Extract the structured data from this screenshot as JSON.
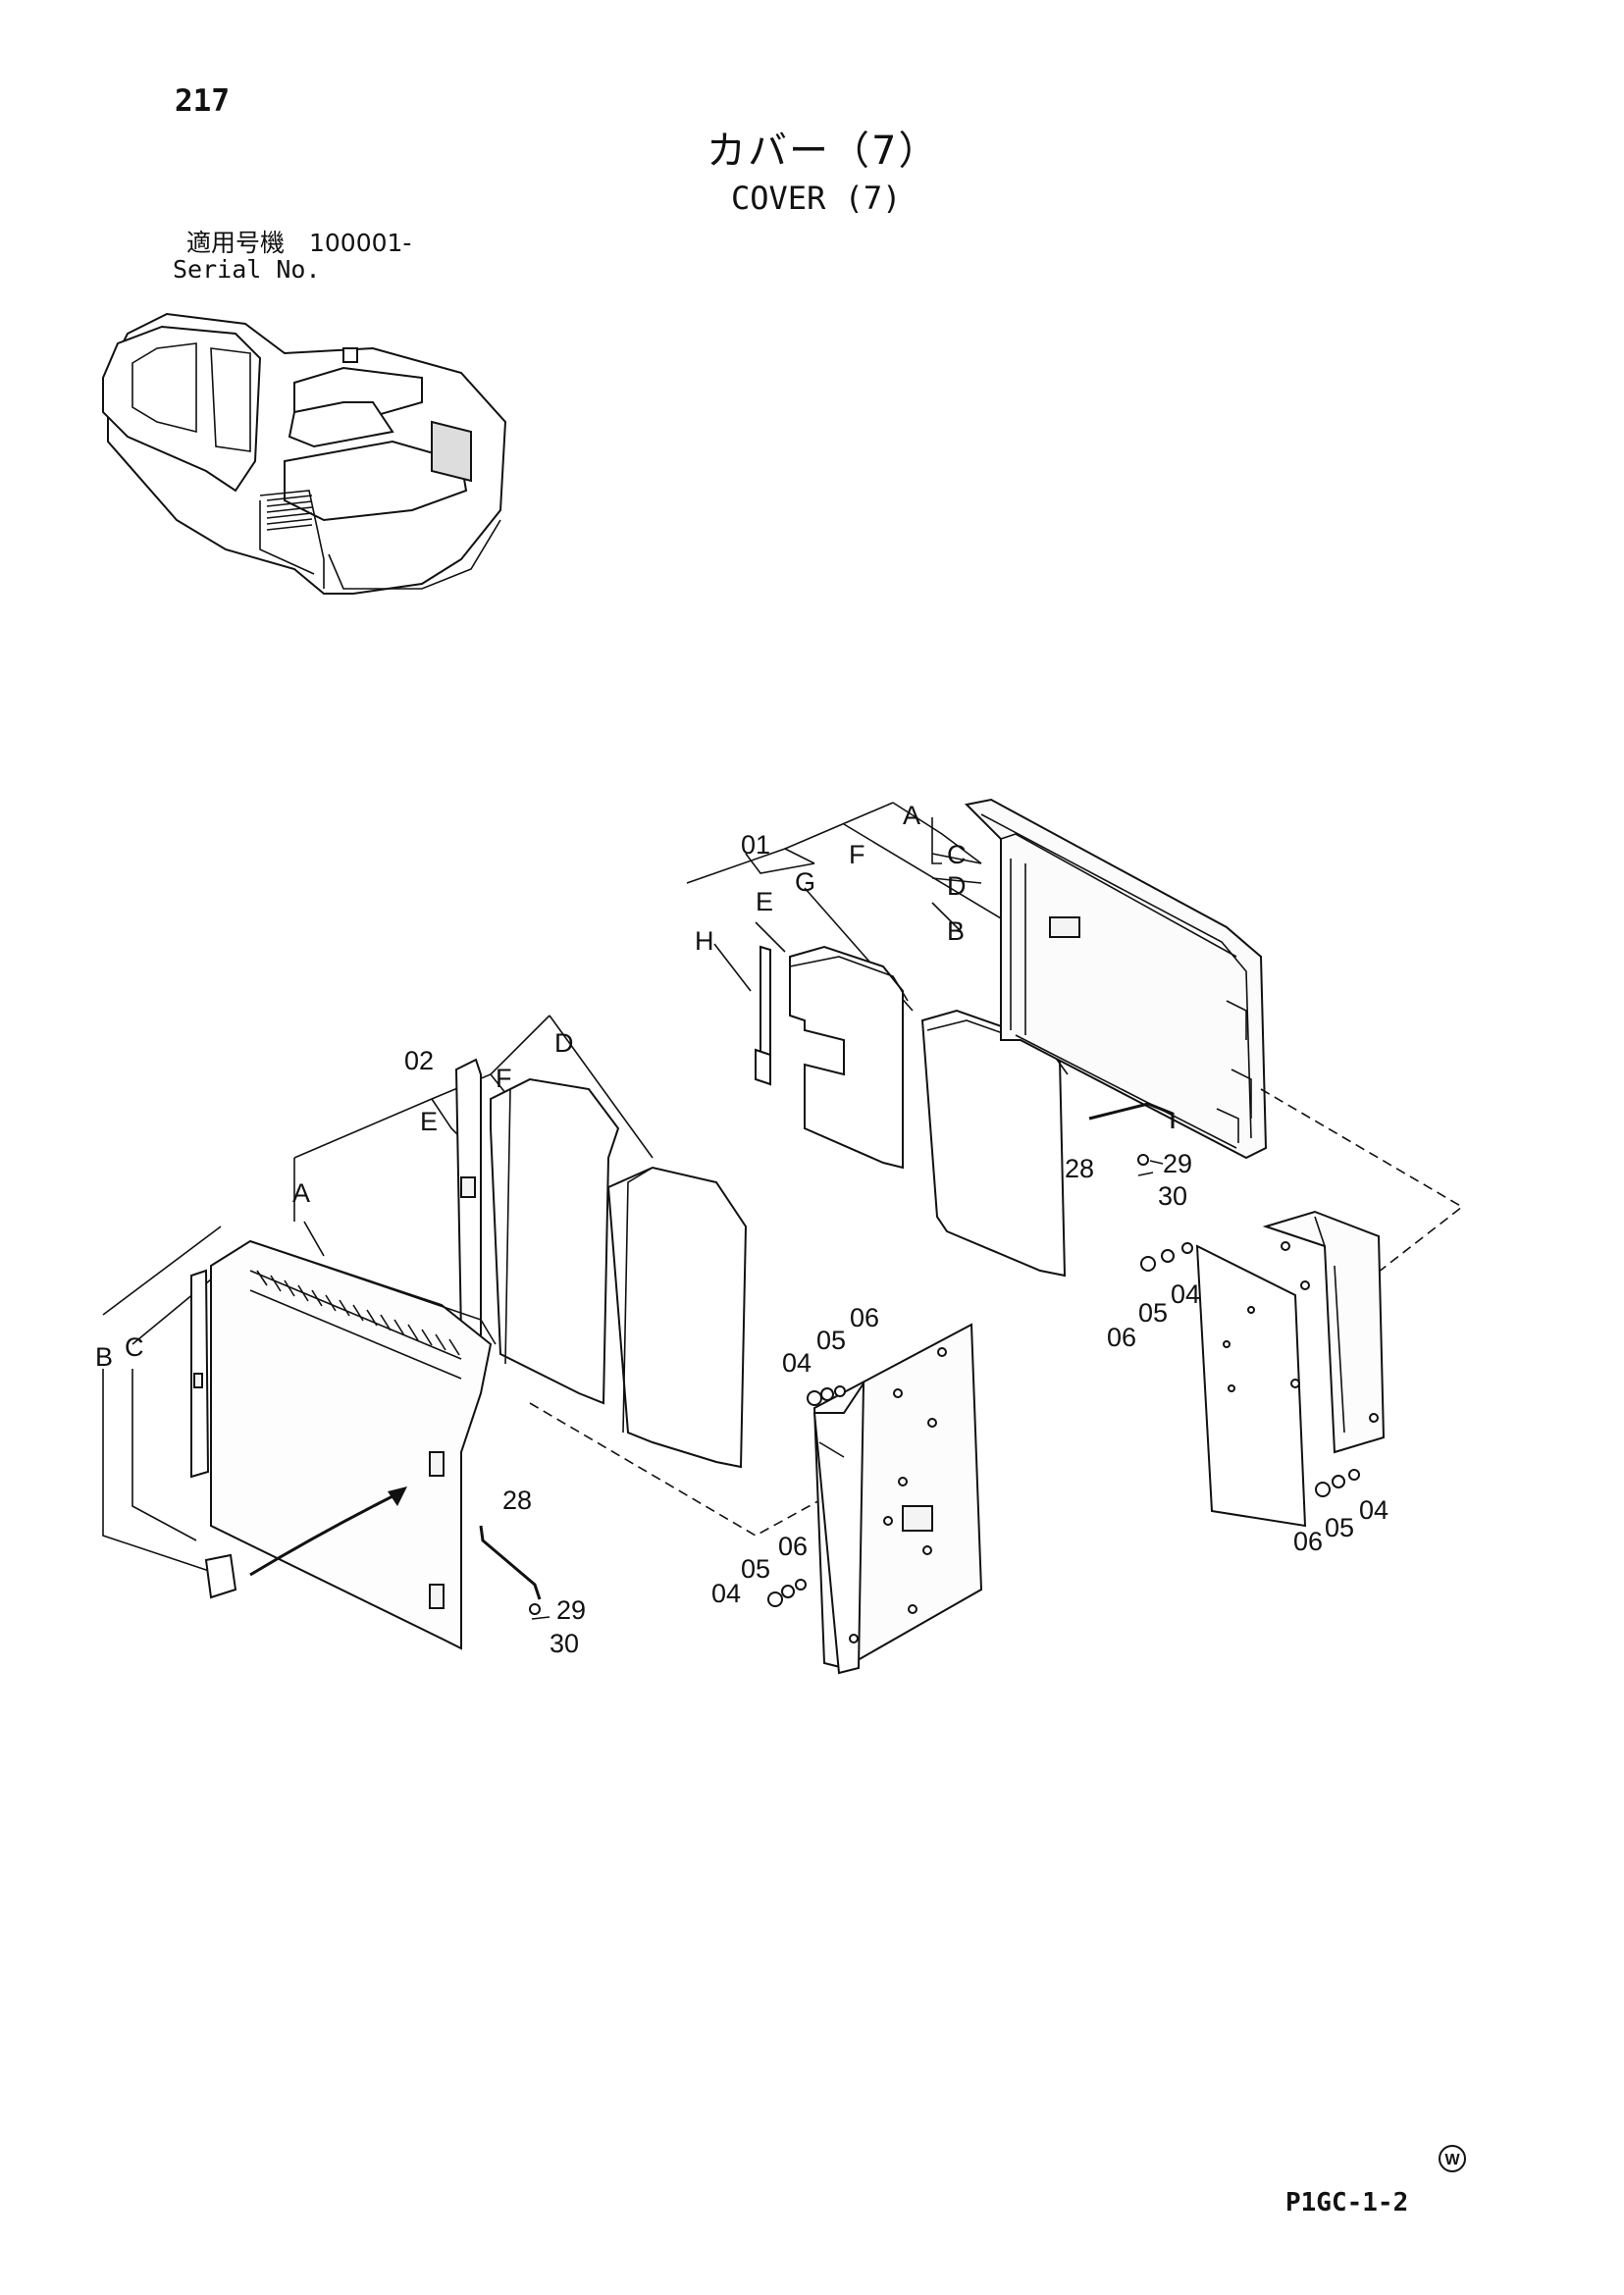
{
  "header": {
    "page_number": "217",
    "title_jp": "カバー（7）",
    "title_en": "COVER (7)",
    "serial_jp": "適用号機　100001-",
    "serial_en": "Serial No."
  },
  "footer": {
    "code": "P1GC-1-2",
    "mark": "W"
  },
  "callouts": {
    "assy_01": "01",
    "assy_02": "02",
    "A": "A",
    "B": "B",
    "C": "C",
    "D": "D",
    "E": "E",
    "F": "F",
    "G": "G",
    "H": "H",
    "p04": "04",
    "p05": "05",
    "p06": "06",
    "p28": "28",
    "p29": "29",
    "p30": "30"
  },
  "colors": {
    "ink": "#111111",
    "paper": "#ffffff"
  }
}
